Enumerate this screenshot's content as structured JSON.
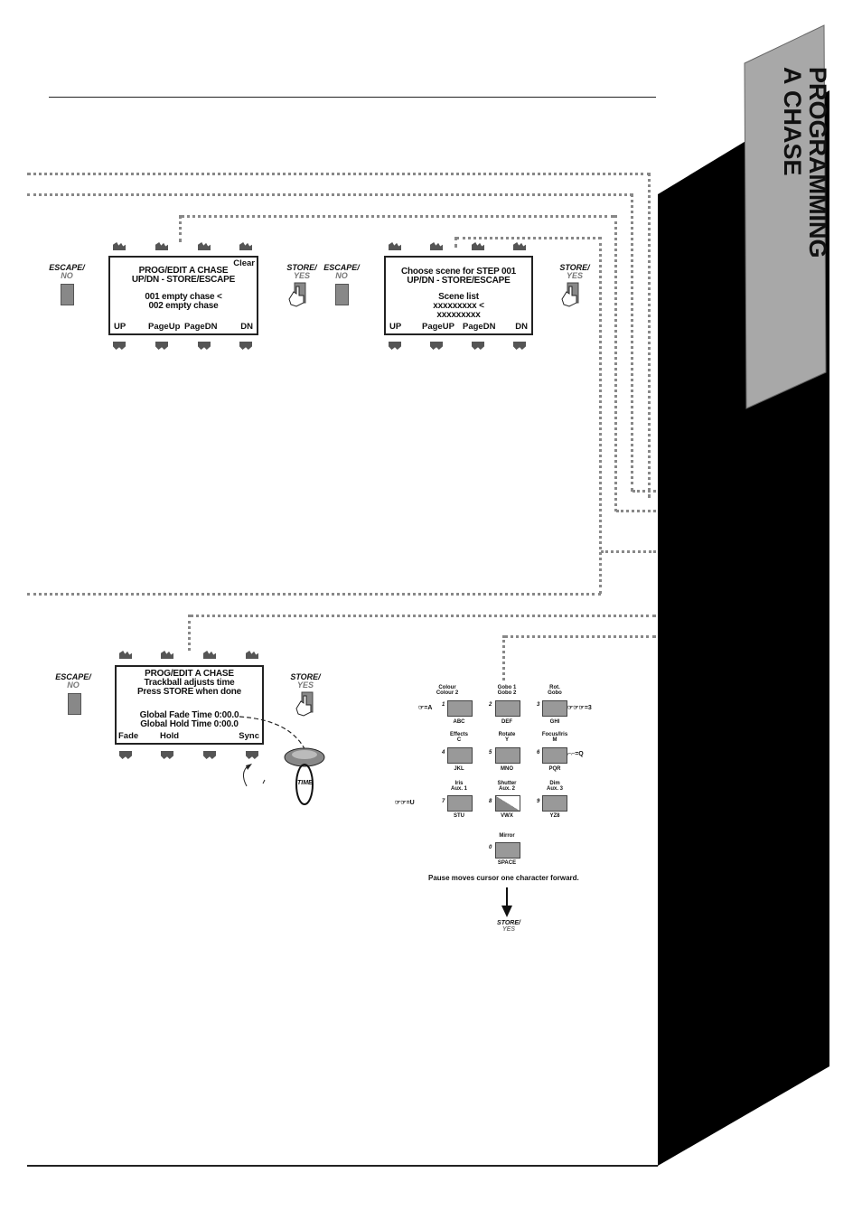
{
  "sidebar": {
    "title_line1": "PROGRAMMING",
    "title_line2": "A CHASE"
  },
  "buttons": {
    "escape_main": "ESCAPE/",
    "escape_sub": "NO",
    "store_main": "STORE/",
    "store_sub": "YES"
  },
  "screen1": {
    "lines": [
      "PROG/EDIT A CHASE",
      "UP/DN - STORE/ESCAPE",
      "",
      "001 empty chase    <",
      "002 empty chase"
    ],
    "top_right": "Clear",
    "bottom": [
      "UP",
      "PageUp",
      "PageDN",
      "DN"
    ]
  },
  "screen2": {
    "lines": [
      "Choose scene for STEP 001",
      "UP/DN   - STORE/ESCAPE",
      "",
      "Scene list",
      "xxxxxxxxx <",
      "xxxxxxxxx"
    ],
    "bottom": [
      "UP",
      "PageUP",
      "PageDN",
      "DN"
    ]
  },
  "screen3": {
    "lines": [
      "PROG/EDIT A CHASE",
      "Trackball adjusts time",
      "Press STORE when done",
      "",
      "Global Fade Time 0:00.0",
      "Global Hold Time 0:00.0"
    ],
    "bottom": [
      "Fade",
      "Hold",
      "",
      "Sync"
    ]
  },
  "trackball_label": "TIME",
  "keypad": {
    "keys": [
      {
        "num": "1",
        "top1": "Colour",
        "top2": "Colour 2",
        "bottom": "ABC"
      },
      {
        "num": "2",
        "top1": "Gobo 1",
        "top2": "Gobo 2",
        "bottom": "DEF"
      },
      {
        "num": "3",
        "top1": "Rot.",
        "top2": "Gobo",
        "bottom": "GHI"
      },
      {
        "num": "4",
        "top1": "Effects",
        "top2": "C",
        "bottom": "JKL"
      },
      {
        "num": "5",
        "top1": "Rotate",
        "top2": "Y",
        "bottom": "MNO"
      },
      {
        "num": "6",
        "top1": "Focus/Iris",
        "top2": "M",
        "bottom": "PQR"
      },
      {
        "num": "7",
        "top1": "Iris",
        "top2": "Aux. 1",
        "bottom": "STU"
      },
      {
        "num": "8",
        "top1": "Shutter",
        "top2": "Aux. 2",
        "bottom": "VWX"
      },
      {
        "num": "9",
        "top1": "Dim",
        "top2": "Aux. 3",
        "bottom": "YZ8"
      },
      {
        "num": "0",
        "top1": "Mirror",
        "top2": "",
        "bottom": "SPACE"
      }
    ],
    "side_1": "=A",
    "side_3": "=3",
    "side_6": "=Q",
    "side_7": "=U",
    "pause_text": "Pause moves cursor one character forward.",
    "store_main": "STORE/",
    "store_sub": "YES"
  }
}
